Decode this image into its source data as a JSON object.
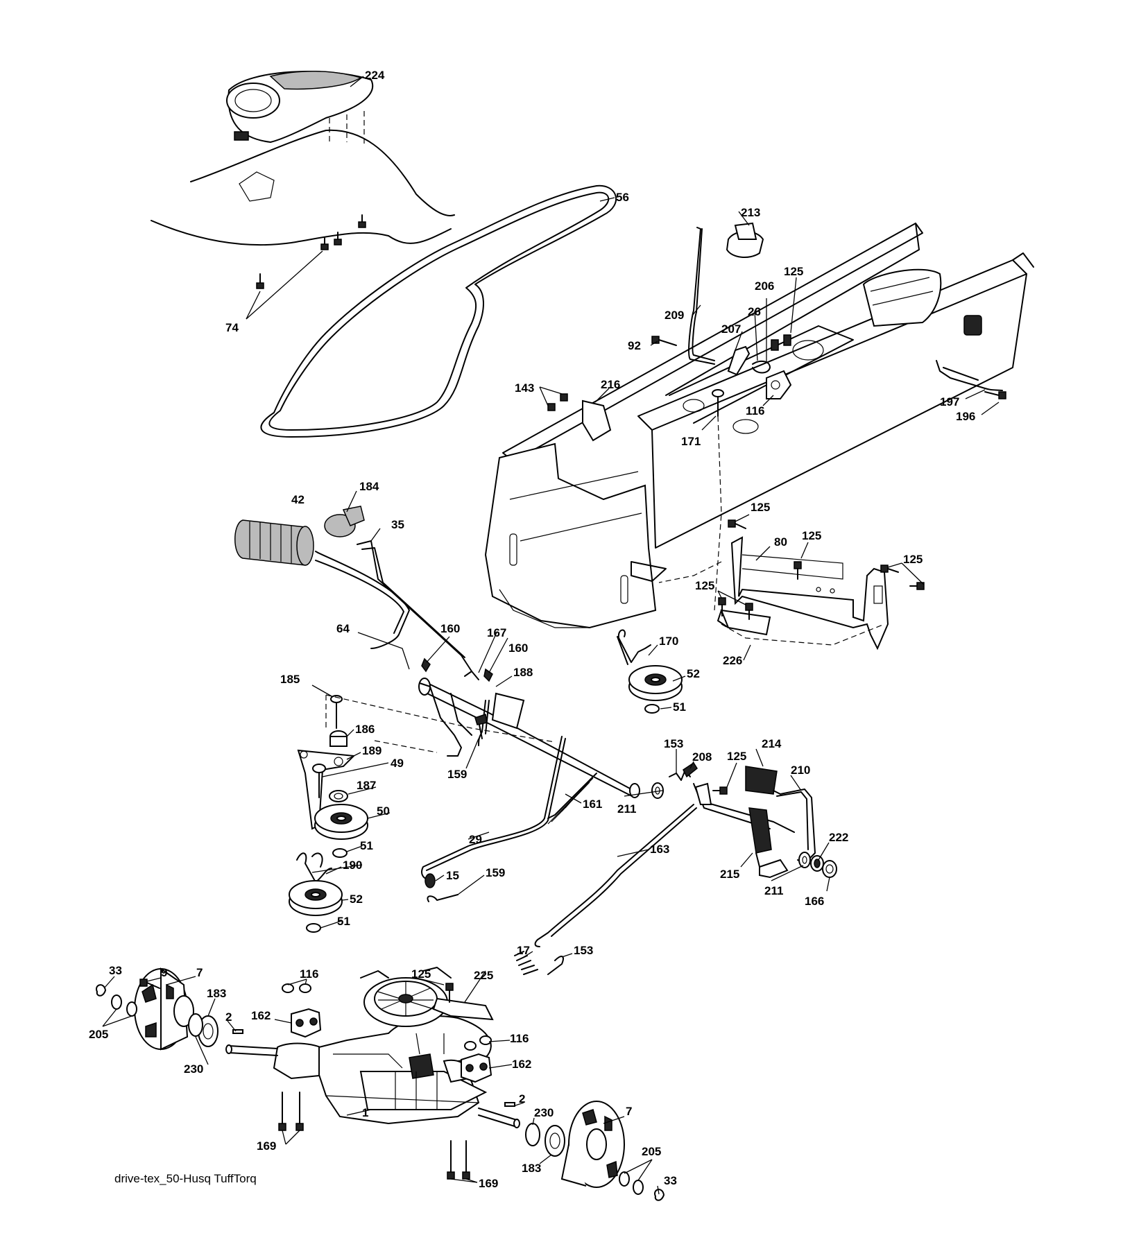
{
  "caption": "drive-tex_50-Husq TuffTorq",
  "labels": {
    "l224": "224",
    "l56": "56",
    "l74": "74",
    "l213": "213",
    "l125a": "125",
    "l206": "206",
    "l209": "209",
    "l26": "26",
    "l207": "207",
    "l92": "92",
    "l143": "143",
    "l216": "216",
    "l116a": "116",
    "l171": "171",
    "l197": "197",
    "l196": "196",
    "l184": "184",
    "l42": "42",
    "l35": "35",
    "l125b": "125",
    "l125c": "125",
    "l80": "80",
    "l125d": "125",
    "l125e": "125",
    "l64": "64",
    "l160a": "160",
    "l167": "167",
    "l160b": "160",
    "l188": "188",
    "l170": "170",
    "l52a": "52",
    "l51a": "51",
    "l226": "226",
    "l185": "185",
    "l186": "186",
    "l189": "189",
    "l49": "49",
    "l187": "187",
    "l159a": "159",
    "l50": "50",
    "l51b": "51",
    "l190": "190",
    "l52b": "52",
    "l51c": "51",
    "l153a": "153",
    "l208": "208",
    "l125f": "125",
    "l214": "214",
    "l210": "210",
    "l161": "161",
    "l211a": "211",
    "l29": "29",
    "l163": "163",
    "l15": "15",
    "l159b": "159",
    "l215": "215",
    "l222": "222",
    "l211b": "211",
    "l166": "166",
    "l17": "17",
    "l153b": "153",
    "l33a": "33",
    "l9": "9",
    "l7a": "7",
    "l183a": "183",
    "l116b": "116",
    "l125g": "125",
    "l225": "225",
    "l162a": "162",
    "l2a": "2",
    "l205a": "205",
    "l230a": "230",
    "l116c": "116",
    "l162b": "162",
    "l2b": "2",
    "l230b": "230",
    "l7b": "7",
    "l1": "1",
    "l169a": "169",
    "l205b": "205",
    "l33b": "33",
    "l183b": "183",
    "l169b": "169"
  }
}
